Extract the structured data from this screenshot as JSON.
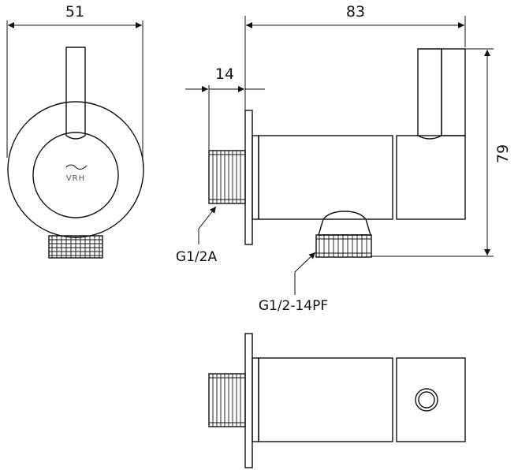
{
  "dimensions": {
    "width_front": "51",
    "length_side": "83",
    "thread_length": "14",
    "height": "79"
  },
  "labels": {
    "inlet_thread": "G1/2A",
    "outlet_thread": "G1/2-14PF"
  },
  "logo": {
    "text": "VRH"
  }
}
